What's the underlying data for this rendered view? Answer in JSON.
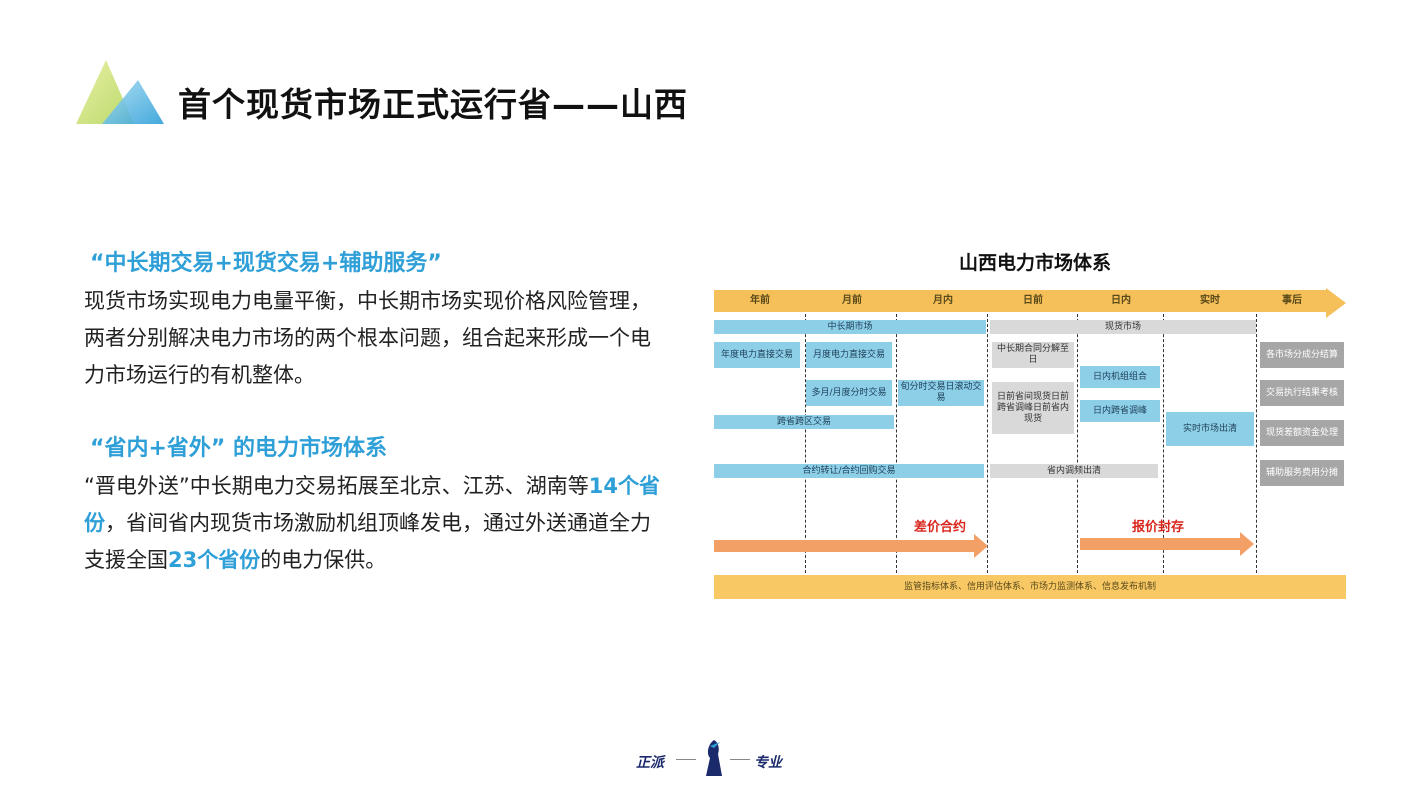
{
  "header": {
    "title": "首个现货市场正式运行省——山西"
  },
  "section1": {
    "heading": "“中长期交易+现货交易+辅助服务”",
    "paragraph": "现货市场实现电力电量平衡，中长期市场实现价格风险管理，两者分别解决电力市场的两个根本问题，组合起来形成一个电力市场运行的有机整体。"
  },
  "section2": {
    "heading": "“省内+省外” 的电力市场体系",
    "p_part1": "“晋电外送”中长期电力交易拓展至北京、江苏、湖南等",
    "p_hl1": "14个省份",
    "p_part2": "，省间省内现货市场激励机组顶峰发电，通过外送通道全力支援全国",
    "p_hl2": "23个省份",
    "p_part3": "的电力保供。"
  },
  "diagram": {
    "title": "山西电力市场体系",
    "phases": [
      "年前",
      "月前",
      "月内",
      "日前",
      "日内",
      "实时",
      "事后"
    ],
    "mid_long_market": "中长期市场",
    "spot_market": "现货市场",
    "boxes": {
      "annual_direct": "年度电力直接交易",
      "monthly_direct": "月度电力直接交易",
      "multi_month": "多月/月度分时交易",
      "intra_month": "旬分时交易日滚动交易",
      "cross_region": "跨省跨区交易",
      "mid_long_decompose": "中长期合同分解至日",
      "day_ahead": "日前省间现货日前跨省调峰日前省内现货",
      "intraday_unit": "日内机组组合",
      "intraday_cross": "日内跨省调峰",
      "realtime": "实时市场出清",
      "contract_transfer": "合约转让/合约回购交易",
      "in_province_peak": "省内调频出清",
      "settlement": "各市场分成分结算",
      "exec_assess": "交易执行结果考核",
      "spot_deviation": "现货差额资金处理",
      "ancillary": "辅助服务费用分摊"
    },
    "label_cfd": "差价合约",
    "label_bid": "报价封存",
    "footer": "监管指标体系、信用评估体系、市场力监测体系、信息发布机制"
  },
  "brand": {
    "left": "正派",
    "right": "专业"
  },
  "colors": {
    "accent": "#2f9fd8",
    "arrow_yellow": "#f5c05a",
    "box_blue": "#8ecfe8",
    "box_grey": "#d9d9d9",
    "box_dark_grey": "#a6a6a6",
    "orange_arrow": "#f2a066",
    "red_text": "#d9261c"
  }
}
